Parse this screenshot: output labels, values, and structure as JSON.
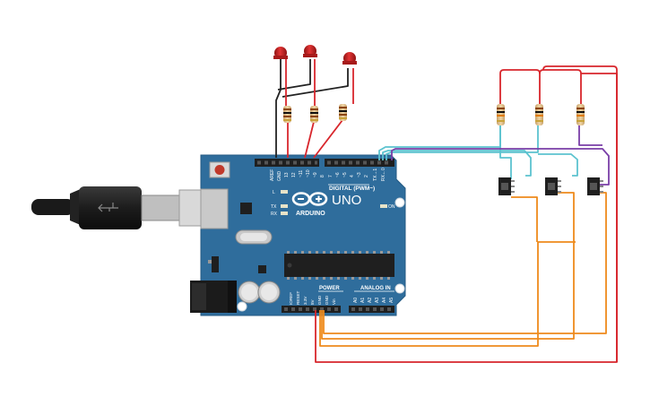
{
  "board": {
    "name": "UNO",
    "brand": "ARDUINO",
    "digital_header": "DIGITAL (PWM~)",
    "power_header": "POWER",
    "analog_header": "ANALOG IN",
    "on_led": "ON",
    "led_l": "L",
    "led_tx": "TX",
    "led_rx": "RX",
    "digital_pins": [
      "AREF",
      "GND",
      "13",
      "12",
      "~11",
      "~10",
      "~9",
      "8",
      "7",
      "~6",
      "~5",
      "4",
      "~3",
      "2",
      "TX→1",
      "RX←0"
    ],
    "power_pins": [
      "IOREF",
      "RESET",
      "3.3V",
      "5V",
      "GND",
      "GND",
      "Vin"
    ],
    "analog_pins": [
      "A0",
      "A1",
      "A2",
      "A3",
      "A4",
      "A5"
    ]
  },
  "colors": {
    "board": "#2f6d9c",
    "wire_red": "#d8262c",
    "wire_black": "#222222",
    "wire_orange": "#ee8a1c",
    "wire_cyan": "#5cc3cf",
    "wire_purple": "#7a3fa8",
    "led_red": "#cc1f1f"
  },
  "components": {
    "leds": 3,
    "resistors": 6,
    "switches": 3,
    "usb_connector": "usb-b-cable-icon",
    "power_jack": "dc-jack-icon"
  }
}
